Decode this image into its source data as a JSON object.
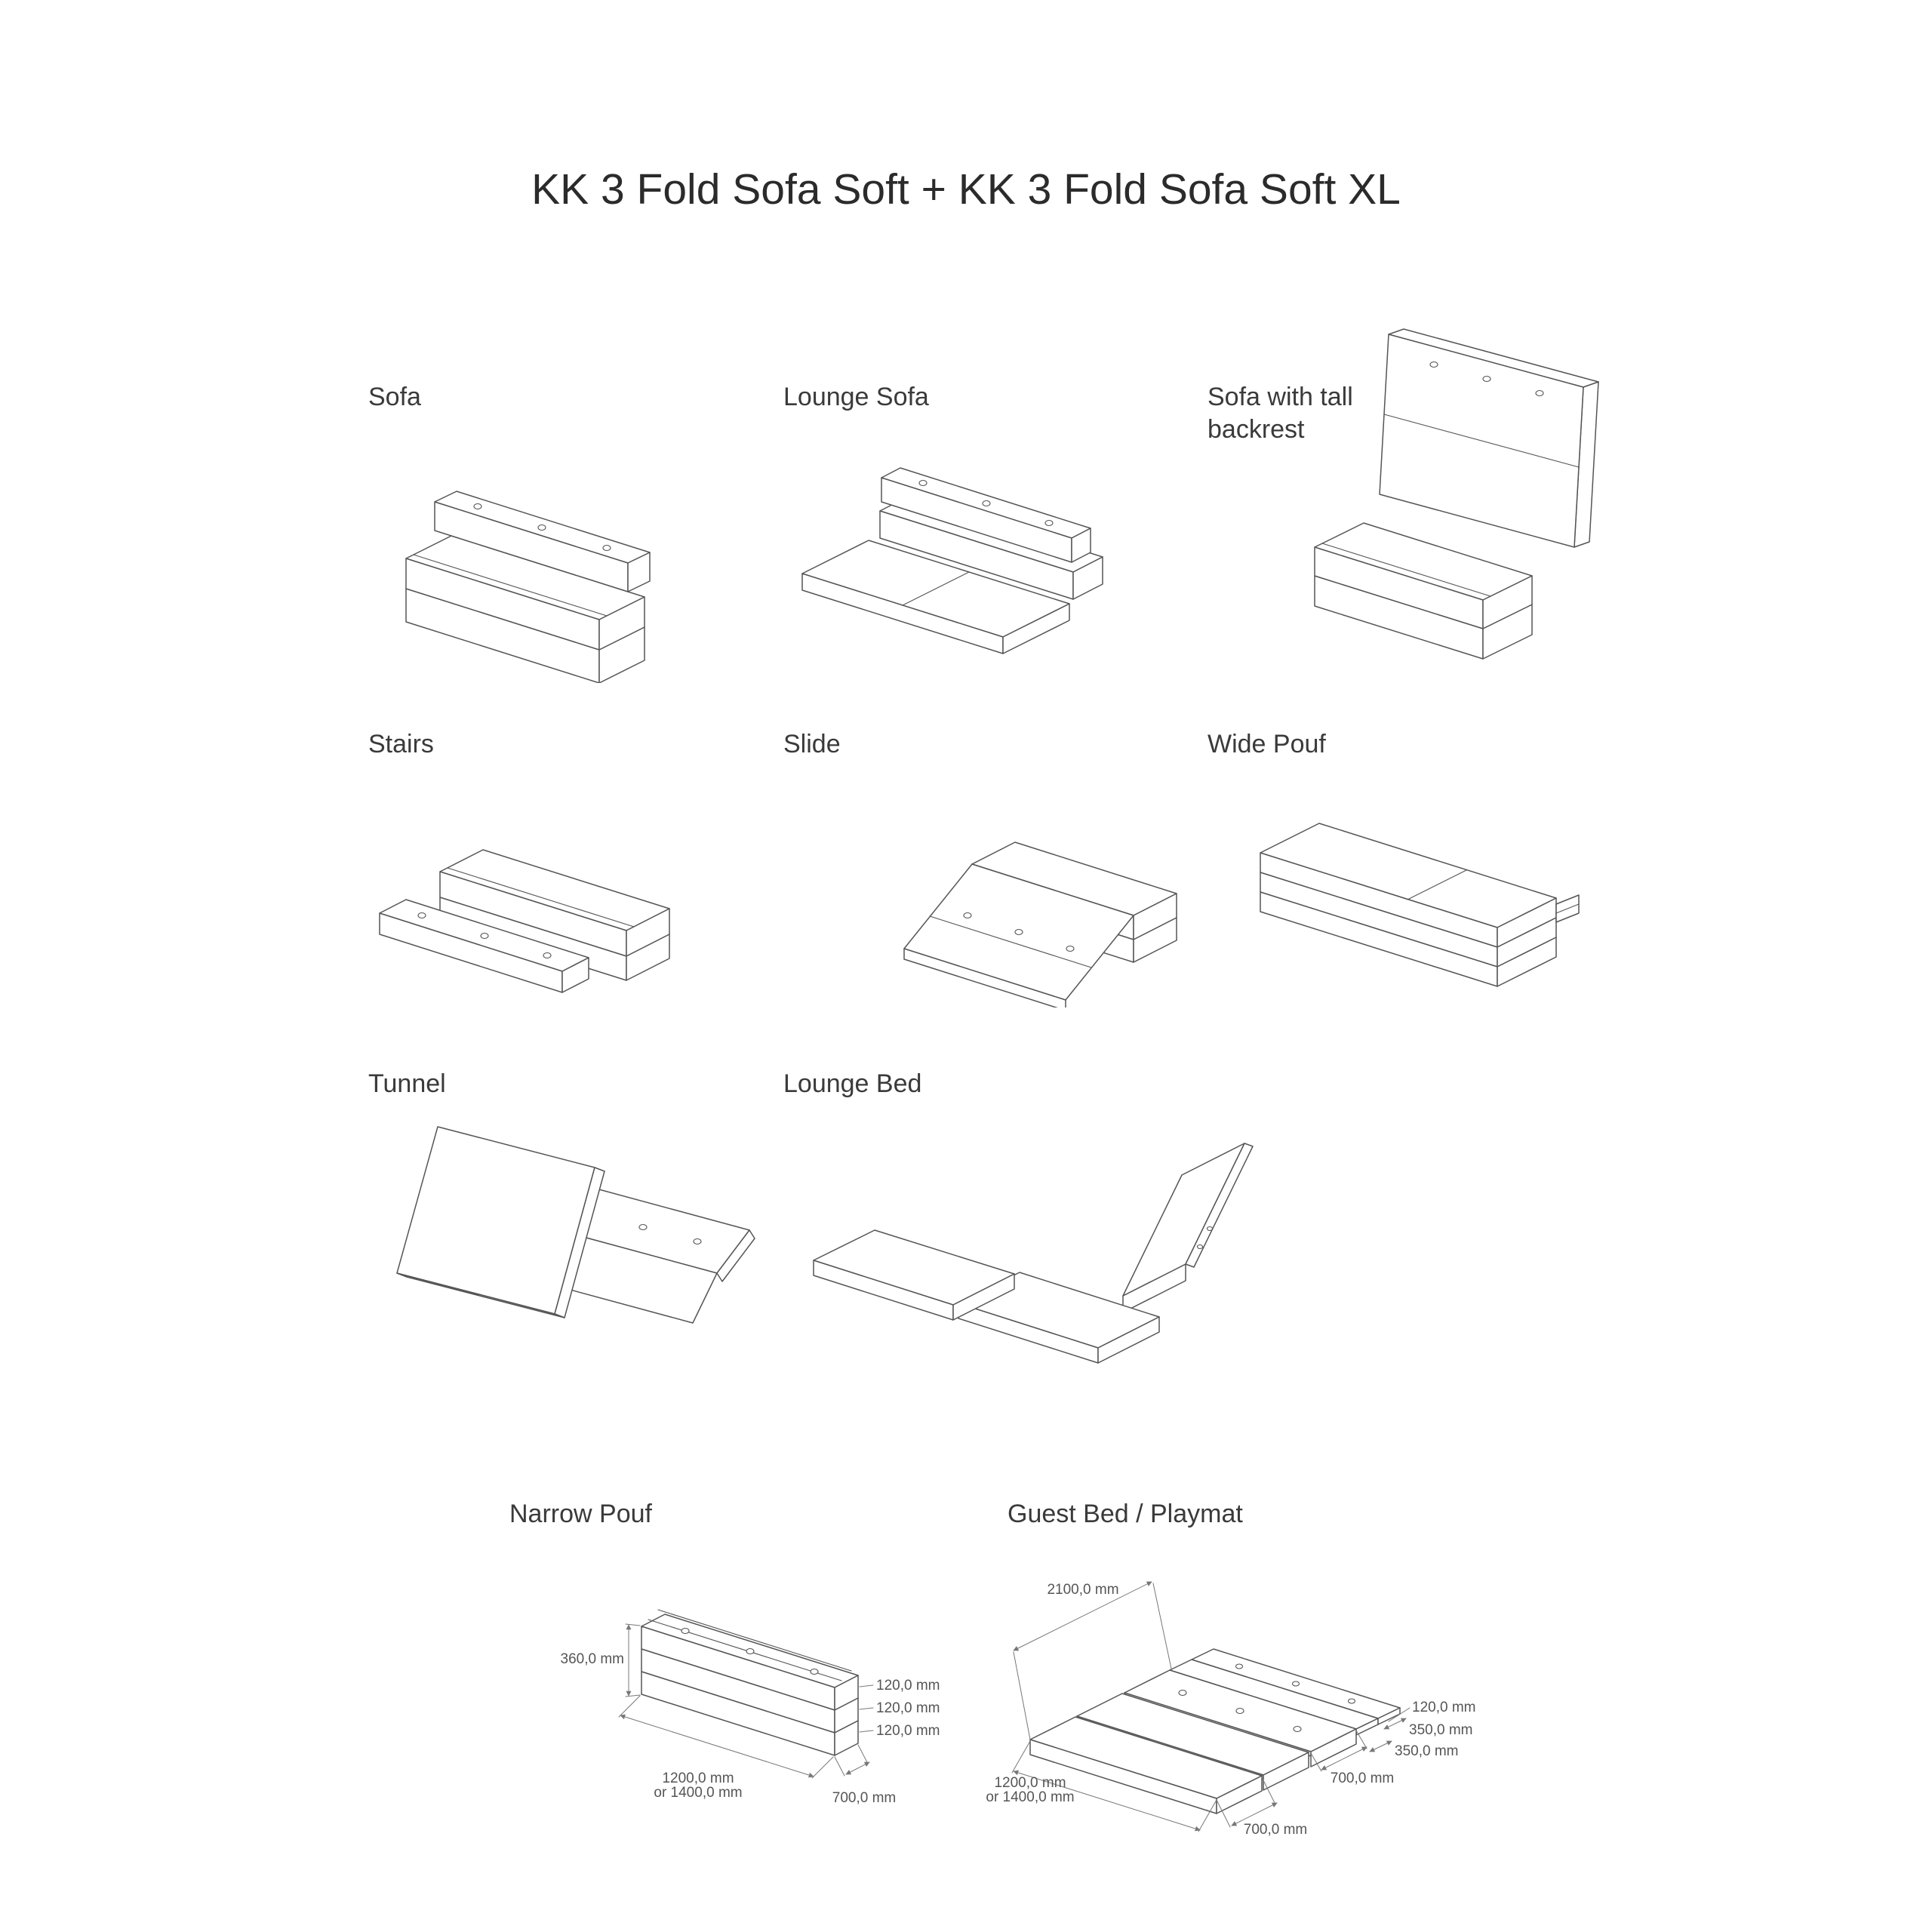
{
  "title": "KK 3 Fold Sofa Soft + KK 3 Fold Sofa Soft XL",
  "figures": {
    "sofa": {
      "label": "Sofa"
    },
    "lounge_sofa": {
      "label": "Lounge Sofa"
    },
    "tall_backrest": {
      "label": "Sofa with tall backrest"
    },
    "stairs": {
      "label": "Stairs"
    },
    "slide": {
      "label": "Slide"
    },
    "wide_pouf": {
      "label": "Wide Pouf"
    },
    "tunnel": {
      "label": "Tunnel"
    },
    "lounge_bed": {
      "label": "Lounge Bed"
    },
    "narrow_pouf": {
      "label": "Narrow Pouf",
      "dims": {
        "height": "360,0 mm",
        "layer1": "120,0 mm",
        "layer2": "120,0 mm",
        "layer3": "120,0 mm",
        "length1": "1200,0 mm",
        "length2": "or 1400,0 mm",
        "depth": "700,0 mm"
      }
    },
    "guest_bed": {
      "label": "Guest Bed / Playmat",
      "dims": {
        "total_length": "2100,0 mm",
        "thickness": "120,0 mm",
        "flap_a": "350,0 mm",
        "flap_b": "350,0 mm",
        "panel_depth": "700,0 mm",
        "width1": "1200,0 mm",
        "width2": "or 1400,0 mm",
        "bottom_depth": "700,0 mm"
      }
    }
  }
}
